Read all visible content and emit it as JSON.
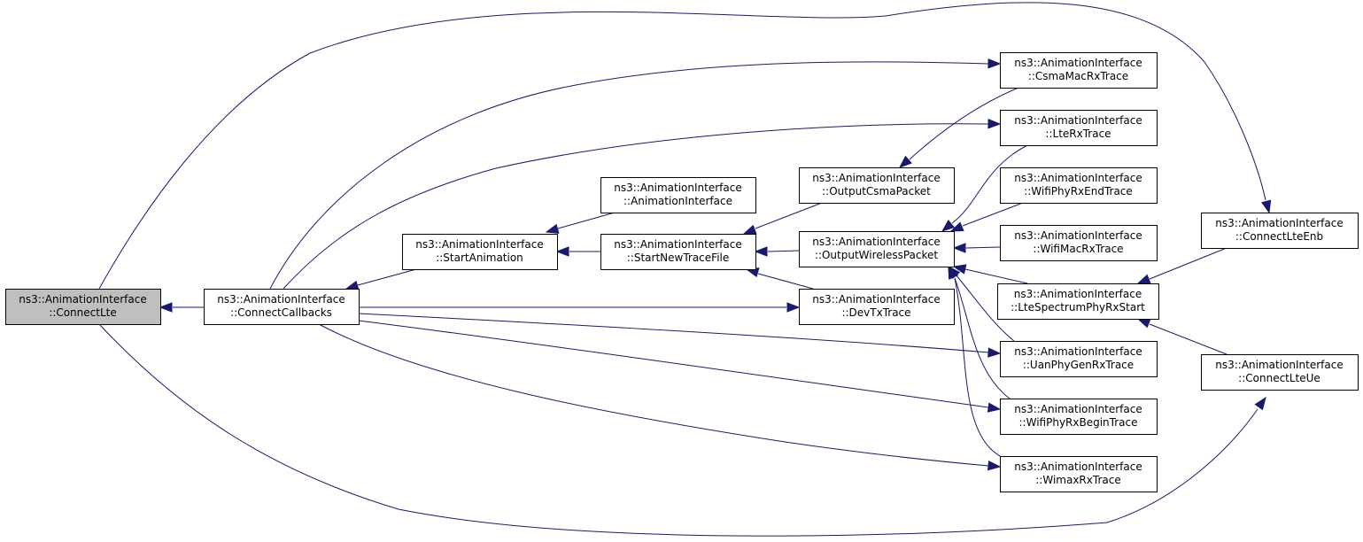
{
  "diagram": {
    "colors": {
      "edge": "#191970",
      "root_fill": "#bfbfbf",
      "node_fill": "#ffffff",
      "node_border": "#000000"
    },
    "nodes": {
      "ConnectLte": [
        "ns3::AnimationInterface",
        "::ConnectLte"
      ],
      "ConnectCallbacks": [
        "ns3::AnimationInterface",
        "::ConnectCallbacks"
      ],
      "StartAnimation": [
        "ns3::AnimationInterface",
        "::StartAnimation"
      ],
      "AnimationInterface": [
        "ns3::AnimationInterface",
        "::AnimationInterface"
      ],
      "StartNewTraceFile": [
        "ns3::AnimationInterface",
        "::StartNewTraceFile"
      ],
      "OutputCsmaPacket": [
        "ns3::AnimationInterface",
        "::OutputCsmaPacket"
      ],
      "OutputWirelessPacket": [
        "ns3::AnimationInterface",
        "::OutputWirelessPacket"
      ],
      "DevTxTrace": [
        "ns3::AnimationInterface",
        "::DevTxTrace"
      ],
      "CsmaMacRxTrace": [
        "ns3::AnimationInterface",
        "::CsmaMacRxTrace"
      ],
      "LteRxTrace": [
        "ns3::AnimationInterface",
        "::LteRxTrace"
      ],
      "WifiPhyRxEndTrace": [
        "ns3::AnimationInterface",
        "::WifiPhyRxEndTrace"
      ],
      "WifiMacRxTrace": [
        "ns3::AnimationInterface",
        "::WifiMacRxTrace"
      ],
      "LteSpectrumPhyRxStart": [
        "ns3::AnimationInterface",
        "::LteSpectrumPhyRxStart"
      ],
      "UanPhyGenRxTrace": [
        "ns3::AnimationInterface",
        "::UanPhyGenRxTrace"
      ],
      "WifiPhyRxBeginTrace": [
        "ns3::AnimationInterface",
        "::WifiPhyRxBeginTrace"
      ],
      "WimaxRxTrace": [
        "ns3::AnimationInterface",
        "::WimaxRxTrace"
      ],
      "ConnectLteEnb": [
        "ns3::AnimationInterface",
        "::ConnectLteEnb"
      ],
      "ConnectLteUe": [
        "ns3::AnimationInterface",
        "::ConnectLteUe"
      ]
    },
    "edges": [
      {
        "from": "ConnectLte",
        "to": "ConnectCallbacks"
      },
      {
        "from": "ConnectLte",
        "to": "ConnectLteEnb"
      },
      {
        "from": "ConnectLte",
        "to": "ConnectLteUe"
      },
      {
        "from": "ConnectCallbacks",
        "to": "StartAnimation"
      },
      {
        "from": "ConnectCallbacks",
        "to": "CsmaMacRxTrace"
      },
      {
        "from": "ConnectCallbacks",
        "to": "LteRxTrace"
      },
      {
        "from": "ConnectCallbacks",
        "to": "DevTxTrace"
      },
      {
        "from": "ConnectCallbacks",
        "to": "UanPhyGenRxTrace"
      },
      {
        "from": "ConnectCallbacks",
        "to": "WifiPhyRxBeginTrace"
      },
      {
        "from": "ConnectCallbacks",
        "to": "WimaxRxTrace"
      },
      {
        "from": "StartAnimation",
        "to": "StartNewTraceFile"
      },
      {
        "from": "AnimationInterface",
        "to": "StartAnimation"
      },
      {
        "from": "StartNewTraceFile",
        "to": "OutputWirelessPacket"
      },
      {
        "from": "StartNewTraceFile",
        "to": "OutputCsmaPacket"
      },
      {
        "from": "StartNewTraceFile",
        "to": "DevTxTrace"
      },
      {
        "from": "OutputCsmaPacket",
        "to": "CsmaMacRxTrace"
      },
      {
        "from": "OutputWirelessPacket",
        "to": "LteRxTrace"
      },
      {
        "from": "OutputWirelessPacket",
        "to": "WifiPhyRxEndTrace"
      },
      {
        "from": "OutputWirelessPacket",
        "to": "WifiMacRxTrace"
      },
      {
        "from": "OutputWirelessPacket",
        "to": "LteSpectrumPhyRxStart"
      },
      {
        "from": "OutputWirelessPacket",
        "to": "UanPhyGenRxTrace"
      },
      {
        "from": "OutputWirelessPacket",
        "to": "WifiPhyRxBeginTrace"
      },
      {
        "from": "OutputWirelessPacket",
        "to": "WimaxRxTrace"
      },
      {
        "from": "LteSpectrumPhyRxStart",
        "to": "ConnectLteEnb"
      },
      {
        "from": "LteSpectrumPhyRxStart",
        "to": "ConnectLteUe"
      }
    ]
  }
}
